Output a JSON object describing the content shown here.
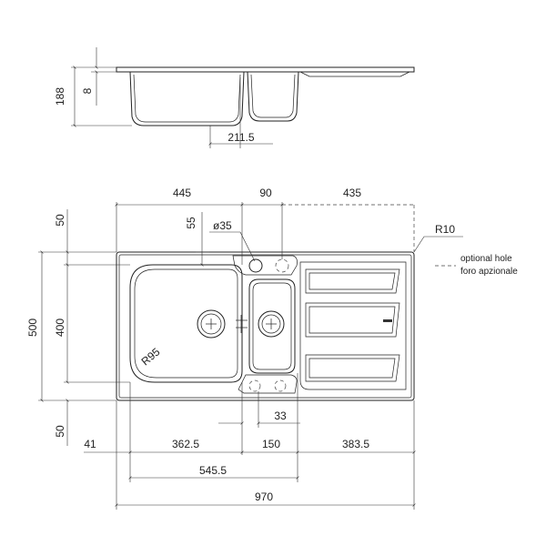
{
  "section_view": {
    "dimensions": {
      "total_depth": "188",
      "rim_thickness": "8",
      "bowl_offset": "211.5"
    }
  },
  "plan_view": {
    "top_dimensions": {
      "main_bowl_width": "445",
      "gap": "90",
      "drainer": "435"
    },
    "left_dimensions": {
      "top_margin": "50",
      "overall_depth": "500",
      "bowl_depth": "400",
      "bottom_margin": "50"
    },
    "bowl_offset_top": "55",
    "tap_hole": "ø35",
    "corner_radius": "R10",
    "bowl_radius": "R95",
    "bottom_dimensions": {
      "left_edge": "41",
      "main_bowl": "362.5",
      "small_bowl": "150",
      "drainer": "383.5",
      "offset_33": "33",
      "two_bowls": "545.5",
      "overall_width": "970"
    },
    "optional_hole_note": {
      "line1": "optional hole",
      "line2": "foro apzionale"
    }
  }
}
